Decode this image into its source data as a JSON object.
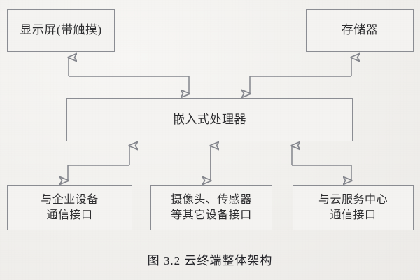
{
  "figure": {
    "caption": "图 3.2  云终端整体架构",
    "background_color": "#f1f0ee",
    "line_color": "#84868d",
    "arrow_color": "#3b3c41",
    "text_color": "#2e2e30"
  },
  "nodes": {
    "display": {
      "name": "显示屏(带触摸)",
      "lines": [
        "显示屏(带触摸)"
      ]
    },
    "storage": {
      "name": "存储器",
      "lines": [
        "存储器"
      ]
    },
    "processor": {
      "name": "嵌入式处理器",
      "lines": [
        "嵌入式处理器"
      ]
    },
    "enterprise_interface": {
      "name": "与企业设备通信接口",
      "lines": [
        "与企业设备",
        "通信接口"
      ]
    },
    "sensor_interface": {
      "name": "摄像头、传感器等其它设备接口",
      "lines": [
        "摄像头、传感器",
        "等其它设备接口"
      ]
    },
    "cloud_interface": {
      "name": "与云服务中心通信接口",
      "lines": [
        "与云服务中心",
        "通信接口"
      ]
    }
  },
  "connections": [
    {
      "from": "processor",
      "to": "display",
      "style": "elbow",
      "direction": "bidirectional"
    },
    {
      "from": "processor",
      "to": "storage",
      "style": "elbow",
      "direction": "bidirectional"
    },
    {
      "from": "processor",
      "to": "enterprise_interface",
      "style": "elbow",
      "direction": "bidirectional"
    },
    {
      "from": "processor",
      "to": "sensor_interface",
      "style": "straight",
      "direction": "bidirectional"
    },
    {
      "from": "processor",
      "to": "cloud_interface",
      "style": "elbow",
      "direction": "bidirectional"
    }
  ]
}
